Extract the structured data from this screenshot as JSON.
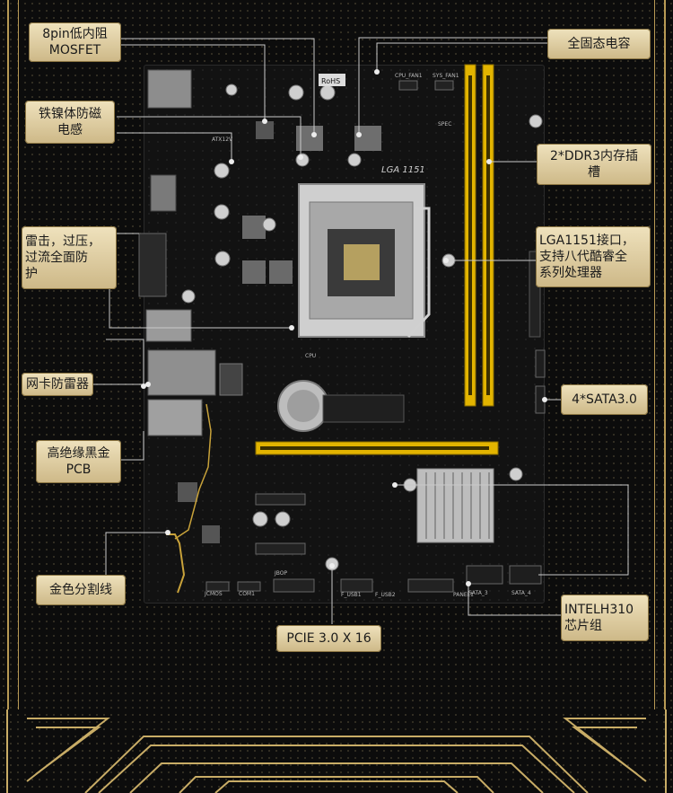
{
  "colors": {
    "background": "#0c0c0c",
    "gold": "#c8ac66",
    "label_fill": "#e6d7ab",
    "board": "#121212",
    "dimm_yellow": "#e2b400",
    "heatsink": "#b9b9b9"
  },
  "callouts": {
    "mosfet": "8pin低内阻\nMOSFET",
    "capacitor": "全固态电容",
    "choke": "铁镍体防磁\n电感",
    "ddr3": "2*DDR3内存插\n槽",
    "protection": "雷击，过压，\n过流全面防\n护",
    "socket": "LGA1151接口，\n支持八代酷睿全\n系列处理器",
    "lan": "网卡防雷器",
    "sata": "4*SATA3.0",
    "pcb": "高绝缘黑金\nPCB",
    "gold_line": "金色分割线",
    "chipset": "INTELH310\n芯片组",
    "pcie": "PCIE 3.0 X 16"
  },
  "board_text": {
    "socket_marking": "LGA 1151",
    "cpu_fan": "CPU_FAN1",
    "sys_fan": "SYS_FAN1",
    "rohs": "RoHS",
    "spec": "SPEC",
    "atx12v": "ATX12V",
    "cpu_label": "CPU",
    "jcmos": "JCMOS",
    "com1": "COM1",
    "jbop": "JBOP",
    "f_usb1": "F_USB1",
    "f_usb2": "F_USB2",
    "sata_3": "SATA_3",
    "sata_4": "SATA_4",
    "panel": "PANEL1"
  }
}
